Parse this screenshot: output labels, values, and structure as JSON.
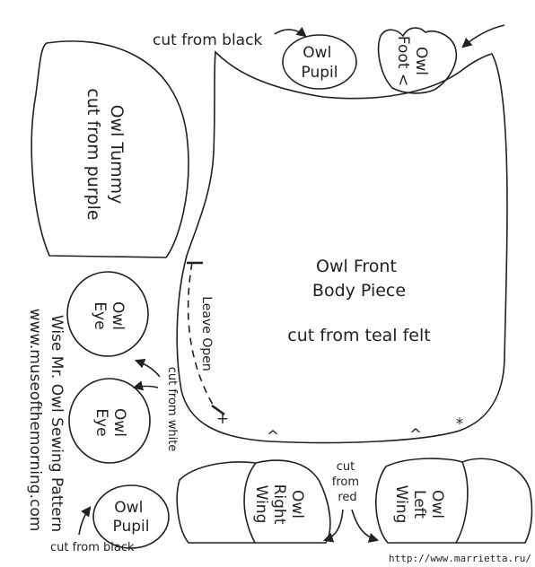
{
  "pieces": {
    "owl_pupil_top": [
      "Owl",
      "Pupil"
    ],
    "owl_foot": [
      "Owl",
      "Foot <"
    ],
    "owl_tummy": [
      "Owl Tummy",
      "cut from purple"
    ],
    "owl_front": {
      "title": [
        "Owl Front",
        "Body Piece"
      ],
      "instruction": "cut from teal felt",
      "leave_open": "Leave Open",
      "dart_marks": [
        "^",
        "^"
      ],
      "star_mark": "*",
      "plus_mark": "+"
    },
    "owl_eye_1": [
      "Owl",
      "Eye"
    ],
    "owl_eye_2": [
      "Owl",
      "Eye"
    ],
    "owl_pupil_bottom": [
      "Owl",
      "Pupil"
    ],
    "owl_right_wing": [
      "Owl",
      "Right",
      "Wing"
    ],
    "owl_left_wing": [
      "Owl",
      "Left",
      "Wing"
    ]
  },
  "annotations": {
    "cut_black_top": "cut from black",
    "cut_white": "cut from white",
    "cut_red": [
      "cut",
      "from",
      "red"
    ],
    "cut_black_bottom": "cut from black"
  },
  "credits": {
    "title": "Wise Mr. Owl Sewing Pattern",
    "website": "www.museofthemorning.com",
    "watermark": "http://www.marrietta.ru/"
  },
  "colors": {
    "ink": "#231f20",
    "background": "#ffffff"
  }
}
